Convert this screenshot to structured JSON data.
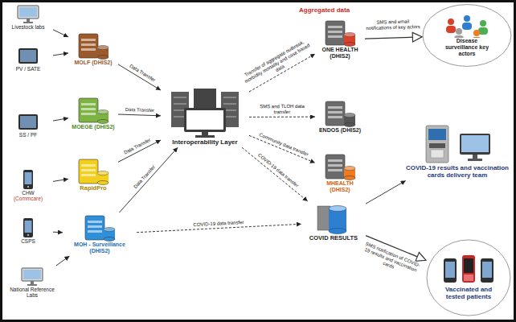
{
  "diagram": {
    "nodes": [
      {
        "text": [
          "Livestock labs"
        ]
      },
      {
        "text": [
          "PV / SATE"
        ]
      },
      {
        "text": [
          "MOLF (DHIS2)"
        ]
      },
      {
        "text": [
          "SS / PF"
        ]
      },
      {
        "text": [
          "MOEGE (DHIS2)"
        ]
      },
      {
        "text": [
          "RapidPro"
        ]
      },
      {
        "text": [
          "CHW",
          "(Commcare)"
        ]
      },
      {
        "text": [
          "CSPS"
        ]
      },
      {
        "text": [
          "MOH - Surveillance (DHIS2)"
        ]
      },
      {
        "text": [
          "National Reference Labs"
        ]
      },
      {
        "text": [
          "Interoperability Layer"
        ]
      },
      {
        "text": [
          "ONE HEALTH (DHIS2)"
        ]
      },
      {
        "text": [
          "ENDOS (DHIS2)"
        ]
      },
      {
        "text": [
          "MHEALTH (DHIS2)"
        ]
      },
      {
        "text": [
          "COVID RESULTS"
        ]
      },
      {
        "text": [
          "Disease surveillance key actors"
        ]
      },
      {
        "text": [
          "COVID-19 results and vaccination cards delivery team"
        ]
      },
      {
        "text": [
          "Vaccinated and tested patients"
        ]
      }
    ],
    "edges": [
      {
        "from": 0,
        "to": 2,
        "arrow": "to"
      },
      {
        "from": 1,
        "to": 2,
        "arrow": "to"
      },
      {
        "from": 2,
        "to": 10,
        "label": "Data Transfer",
        "arrow": "to"
      },
      {
        "from": 3,
        "to": 4,
        "arrow": "to"
      },
      {
        "from": 4,
        "to": 10,
        "label": "Data Transfer",
        "arrow": "to"
      },
      {
        "from": 6,
        "to": 5,
        "arrow": "to"
      },
      {
        "from": 5,
        "to": 10,
        "label": "Data Transfer",
        "arrow": "to"
      },
      {
        "from": 7,
        "to": 8,
        "arrow": "to"
      },
      {
        "from": 9,
        "to": 8,
        "arrow": "to"
      },
      {
        "from": 8,
        "to": 10,
        "label": "Data Transfer",
        "arrow": "to"
      },
      {
        "from": 8,
        "to": 14,
        "label": "COVID-19 data transfer",
        "arrow": "to"
      },
      {
        "from": 10,
        "to": 11,
        "label": "Transfer of aggregate outbreak, morbidity mortality and case based data",
        "arrow": "to"
      },
      {
        "from": 10,
        "to": 12,
        "label": "SMS and TLOH data transfer",
        "arrow": "to"
      },
      {
        "from": 10,
        "to": 13,
        "label": "Community data transfer",
        "arrow": "to"
      },
      {
        "from": 10,
        "to": 14,
        "label": "COVID-19 data transfer",
        "arrow": "to"
      },
      {
        "from": 11,
        "to": 15,
        "label": "SMS and email notifications of key actors",
        "arrow": "to"
      },
      {
        "from": 14,
        "to": 16,
        "arrow": "to"
      },
      {
        "from": 14,
        "to": 17,
        "label": "SMS notification of COVID-19 results and vaccination cards",
        "arrow": "to"
      }
    ],
    "labels": [
      "Aggregated data"
    ]
  }
}
